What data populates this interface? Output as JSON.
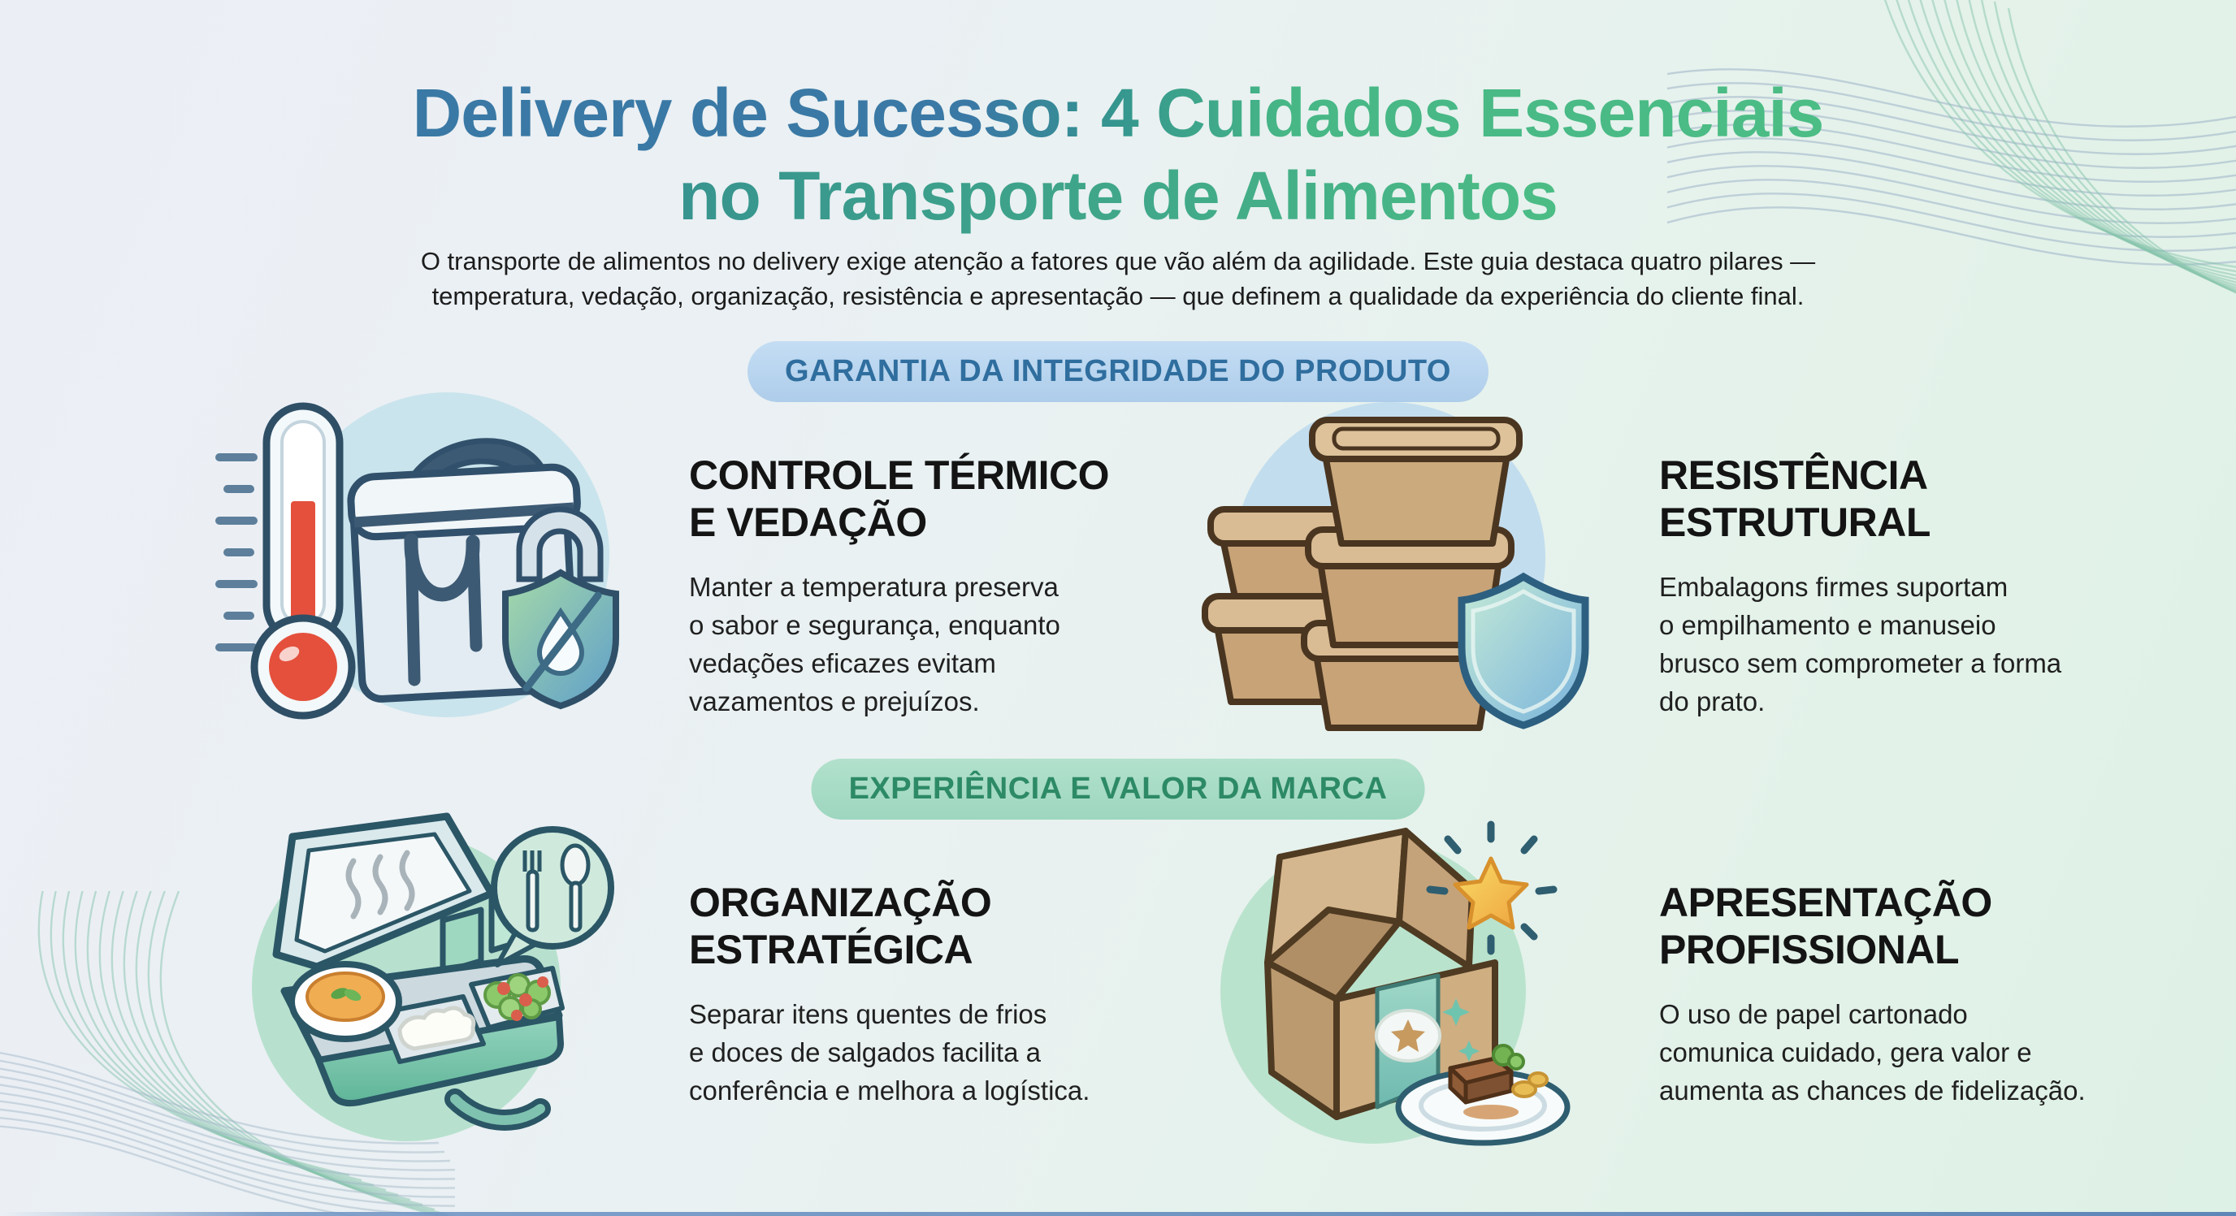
{
  "header": {
    "title_line1": "Delivery de Sucesso: 4 Cuidados Essenciais",
    "title_line2": "no Transporte de Alimentos",
    "intro": "O transporte de alimentos no delivery exige atenção a fatores que vão além da agilidade. Este guia destaca quatro pilares —\ntemperatura, vedação, organização, resistência e apresentação — que definem a qualidade da experiência do cliente final."
  },
  "sections": [
    {
      "badge": "GARANTIA DA INTEGRIDADE DO PRODUTO",
      "cards": [
        {
          "title": "CONTROLE TÉRMICO\nE VEDAÇÃO",
          "body": "Manter a temperatura preserva\no sabor e segurança, enquanto\nvedações eficazes evitam\nvazamentos e prejuízos.",
          "icon": "thermometer-cooler-bag-icon"
        },
        {
          "title": "RESISTÊNCIA\nESTRUTURAL",
          "body": "Embalagons firmes suportam\no empilhamento e manuseio\nbrusco sem comprometer a forma\ndo prato.",
          "icon": "stacked-containers-shield-icon"
        }
      ]
    },
    {
      "badge": "EXPERIÊNCIA E VALOR DA MARCA",
      "cards": [
        {
          "title": "ORGANIZAÇÃO\nESTRATÉGICA",
          "body": "Separar itens quentes de frios\ne doces de salgados facilita a\nconferência e melhora a logística.",
          "icon": "bento-lunchbox-icon"
        },
        {
          "title": "APRESENTAÇÃO\nPROFISSIONAL",
          "body": "O uso de papel cartonado\ncomunica cuidado, gera valor e\naumenta as chances de fidelização.",
          "icon": "branded-delivery-box-icon"
        }
      ]
    }
  ],
  "colors": {
    "title_blue": "#3a79a5",
    "title_green": "#4cbd85",
    "badge_integrity_bg": "#b9d6f0",
    "badge_integrity_text": "#2f6e9e",
    "badge_brand_bg": "#a7dcc5",
    "badge_brand_text": "#2d8a66",
    "heading_text": "#141414",
    "body_text": "#202020",
    "thermometer_red": "#e4503c",
    "kraft_brown": "#c9a77e",
    "teal_accent": "#7fc4ba",
    "gold_star": "#f5c64a"
  }
}
